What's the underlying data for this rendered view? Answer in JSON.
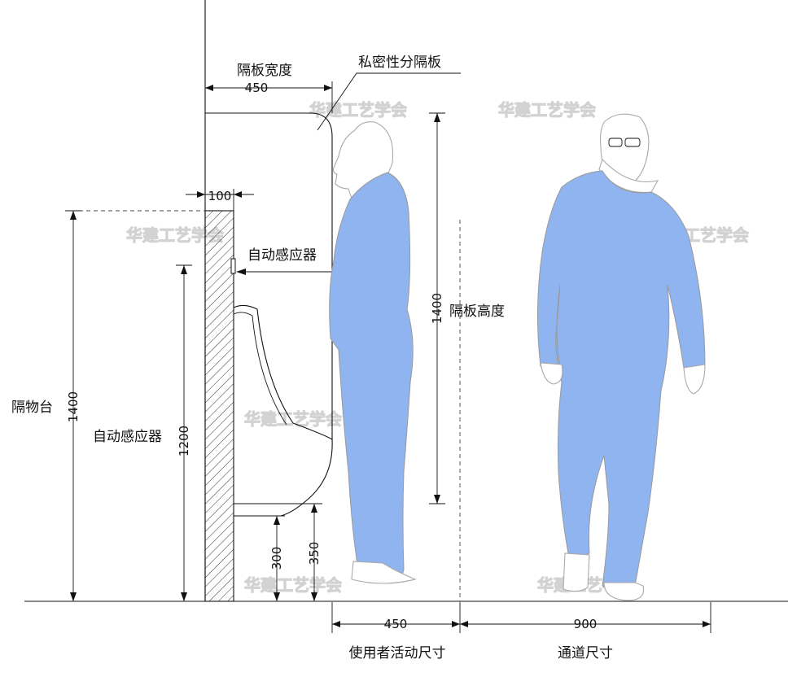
{
  "labels": {
    "partition_width": "隔板宽度",
    "privacy_partition": "私密性分隔板",
    "auto_sensor_top": "自动感应器",
    "auto_sensor_side": "自动感应器",
    "partition_height": "隔板高度",
    "shelf": "隔物台",
    "user_activity_size": "使用者活动尺寸",
    "passage_size": "通道尺寸"
  },
  "dimensions": {
    "partition_width": "450",
    "wall_thickness": "100",
    "partition_height": "1400",
    "shelf_height": "1400",
    "sensor_height": "1200",
    "urinal_height_300": "300",
    "urinal_height_350": "350",
    "user_activity": "450",
    "passage": "900"
  },
  "watermark": "华建工艺学会",
  "colors": {
    "clothing": "#8fb4ef",
    "line": "#111111",
    "hatch": "#333333",
    "watermark": "#d2d2d2"
  }
}
